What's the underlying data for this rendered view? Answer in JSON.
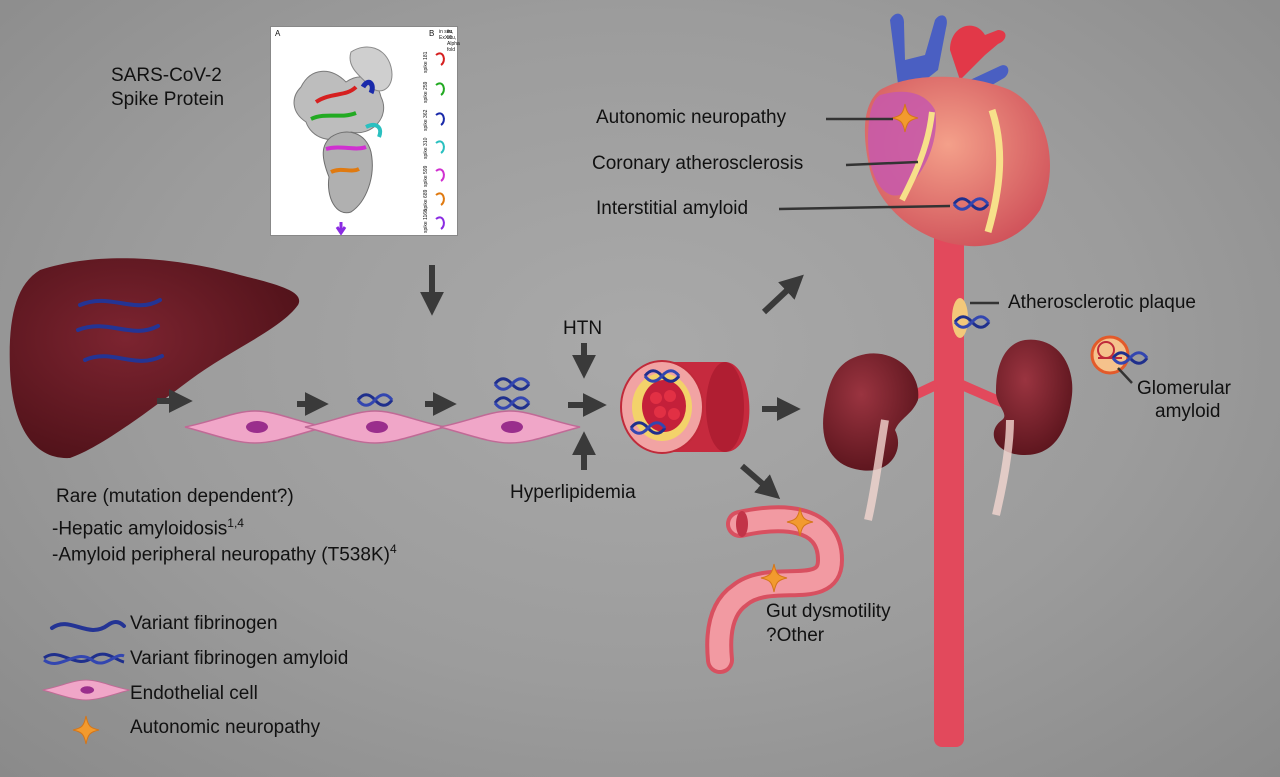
{
  "spike": {
    "title_line1": "SARS-CoV-2",
    "title_line2": "Spike Protein",
    "panel_a": "A",
    "panel_b": "B",
    "col1": "in situ, ExXX",
    "col2": "ex situ, Alpha fold",
    "rows": [
      "spike 181",
      "spike 259",
      "spike 362",
      "spike 310",
      "spike 599",
      "spike 689",
      "spike 1166"
    ]
  },
  "left": {
    "rare": "Rare (mutation dependent?)",
    "hepatic": "-Hepatic amyloidosis",
    "hepatic_sup": "1,4",
    "neuropathy": "-Amyloid peripheral neuropathy (T538K)",
    "neuropathy_sup": "4"
  },
  "middle": {
    "htn": "HTN",
    "hyperlipidemia": "Hyperlipidemia"
  },
  "heart": {
    "autonomic": "Autonomic neuropathy",
    "coronary": "Coronary atherosclerosis",
    "interstitial": "Interstitial amyloid"
  },
  "right": {
    "plaque": "Atherosclerotic plaque",
    "glomerular_line1": "Glomerular",
    "glomerular_line2": "amyloid",
    "gut_line1": "Gut dysmotility",
    "gut_line2": "?Other"
  },
  "legend": [
    {
      "label": "Variant fibrinogen",
      "icon": "fibrinogen-strand-icon"
    },
    {
      "label": "Variant fibrinogen amyloid",
      "icon": "fibrinogen-amyloid-icon"
    },
    {
      "label": "Endothelial cell",
      "icon": "endothelial-cell-icon"
    },
    {
      "label": "Autonomic neuropathy",
      "icon": "neuropathy-star-icon"
    }
  ],
  "colors": {
    "background": "#a0a0a0",
    "liver": "#6e1a22",
    "fibrinogen": "#1f2f8c",
    "endothelial": "#f0a6c8",
    "nucleus": "#9a2e8c",
    "artery": "#e0465a",
    "kidney": "#7a1f28",
    "star": "#f29a2e",
    "arrow": "#3a3a3a"
  }
}
